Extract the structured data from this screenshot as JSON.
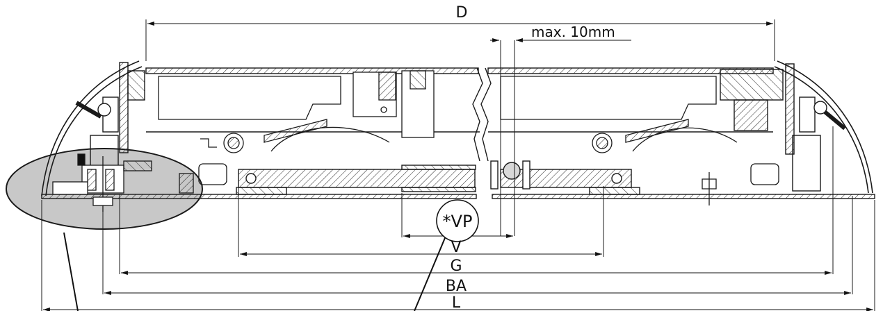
{
  "dimensions": {
    "d_label": "D",
    "gap_label": "max. 10mm",
    "vp_label": "*VP",
    "v_label": "V",
    "g_label": "G",
    "ba_label": "BA",
    "l_label": "L"
  },
  "colors": {
    "line": "#1a1a1a",
    "hatch": "#333333",
    "highlight": "#c8c8c8",
    "paper": "#ffffff"
  }
}
